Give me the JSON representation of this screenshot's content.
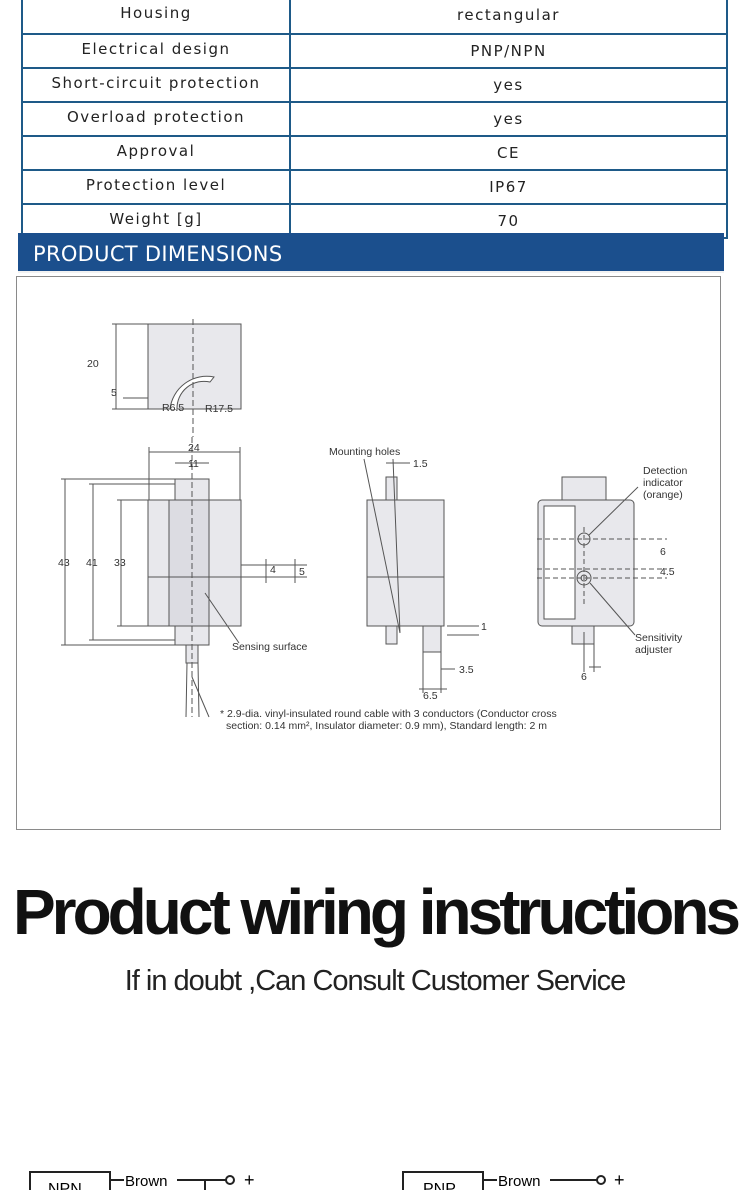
{
  "specs": [
    {
      "key": "Housing",
      "value": "rectangular"
    },
    {
      "key": "Electrical design",
      "value": "PNP/NPN"
    },
    {
      "key": "Short-circuit protection",
      "value": "yes"
    },
    {
      "key": "Overload protection",
      "value": "yes"
    },
    {
      "key": "Approval",
      "value": "CE"
    },
    {
      "key": "Protection level",
      "value": "IP67"
    },
    {
      "key": "Weight [g]",
      "value": "70"
    }
  ],
  "dimensions_banner": "PRODUCT DIMENSIONS",
  "drawing": {
    "labels": {
      "d20": "20",
      "d5": "5",
      "r65": "R6.5",
      "r175": "R17.5",
      "d24": "24",
      "d11": "11",
      "d43": "43",
      "d41": "41",
      "d33": "33",
      "d4": "4",
      "d5b": "5",
      "sensing": "Sensing surface",
      "mounting": "Mounting holes",
      "d15": "1.5",
      "d1": "1",
      "d35": "3.5",
      "d65": "6.5",
      "det1": "Detection",
      "det2": "indicator",
      "det3": "(orange)",
      "d6": "6",
      "d45": "4.5",
      "sens1": "Sensitivity",
      "sens2": "adjuster",
      "d6b": "6",
      "note1": "* 2.9-dia. vinyl-insulated round cable with 3 conductors (Conductor cross",
      "note2": "section: 0.14 mm², Insulator diameter: 0.9 mm), Standard length: 2 m"
    }
  },
  "wiring": {
    "title": "Product wiring instructions",
    "subtitle": "If in doubt ,Can Consult Customer Service",
    "left": {
      "box": "NPN",
      "wire": "Brown",
      "sign": "+"
    },
    "right": {
      "box": "PNP",
      "wire": "Brown",
      "sign": "+"
    }
  }
}
